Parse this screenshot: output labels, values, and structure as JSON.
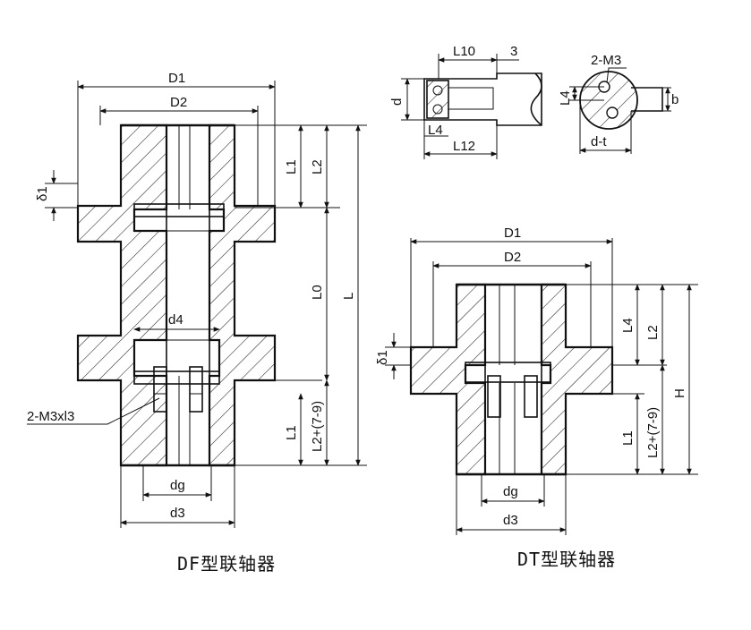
{
  "df": {
    "caption": "DF型联轴器",
    "labels": {
      "D1": "D1",
      "D2": "D2",
      "delta1": "δ1",
      "L1_top": "L1",
      "L2": "L2",
      "L0": "L0",
      "L": "L",
      "d4": "d4",
      "M3xl3": "2-M3xl3",
      "L1_bottom": "L1",
      "L2_plus": "L2+(7-9)",
      "dg": "dg",
      "d3": "d3"
    }
  },
  "dt": {
    "caption": "DT型联轴器",
    "labels": {
      "D1": "D1",
      "D2": "D2",
      "delta1": "δ1",
      "L4": "L4",
      "L2": "L2",
      "H": "H",
      "L1": "L1",
      "L2_plus": "L2+(7-9)",
      "dg": "dg",
      "d3": "d3"
    }
  },
  "detail_side": {
    "labels": {
      "L10": "L10",
      "three": "3",
      "d": "d",
      "L4": "L4",
      "L12": "L12"
    }
  },
  "detail_end": {
    "labels": {
      "M3": "2-M3",
      "L4": "L4",
      "b": "b",
      "dt": "d-t"
    }
  }
}
